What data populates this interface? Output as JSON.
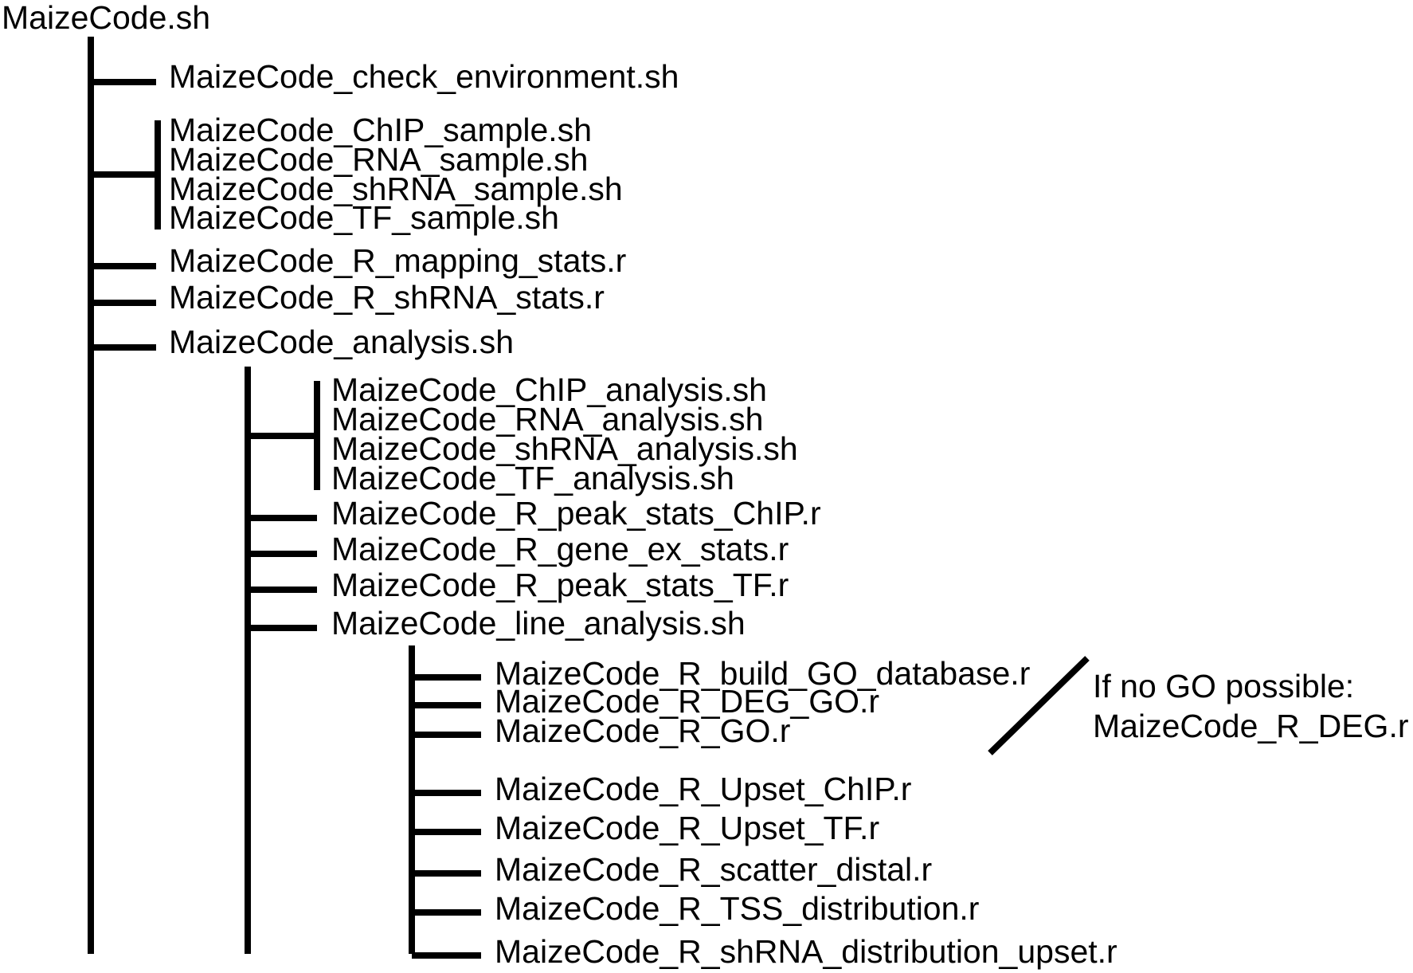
{
  "root": {
    "label": "MaizeCode.sh"
  },
  "level1": {
    "check_environment": "MaizeCode_check_environment.sh",
    "sample_group": [
      "MaizeCode_ChIP_sample.sh",
      "MaizeCode_RNA_sample.sh",
      "MaizeCode_shRNA_sample.sh",
      "MaizeCode_TF_sample.sh"
    ],
    "mapping_stats": "MaizeCode_R_mapping_stats.r",
    "shrna_stats": "MaizeCode_R_shRNA_stats.r",
    "analysis": "MaizeCode_analysis.sh"
  },
  "level2": {
    "analysis_group": [
      "MaizeCode_ChIP_analysis.sh",
      "MaizeCode_RNA_analysis.sh",
      "MaizeCode_shRNA_analysis.sh",
      "MaizeCode_TF_analysis.sh"
    ],
    "peak_stats_chip": "MaizeCode_R_peak_stats_ChIP.r",
    "gene_ex_stats": "MaizeCode_R_gene_ex_stats.r",
    "peak_stats_tf": "MaizeCode_R_peak_stats_TF.r",
    "line_analysis": "MaizeCode_line_analysis.sh"
  },
  "level3": {
    "items": [
      "MaizeCode_R_build_GO_database.r",
      "MaizeCode_R_DEG_GO.r",
      "MaizeCode_R_GO.r",
      "MaizeCode_R_Upset_ChIP.r",
      "MaizeCode_R_Upset_TF.r",
      "MaizeCode_R_scatter_distal.r",
      "MaizeCode_R_TSS_distribution.r",
      "MaizeCode_R_shRNA_distribution_upset.r"
    ]
  },
  "note": {
    "line1": "If no GO possible:",
    "line2": "MaizeCode_R_DEG.r"
  }
}
